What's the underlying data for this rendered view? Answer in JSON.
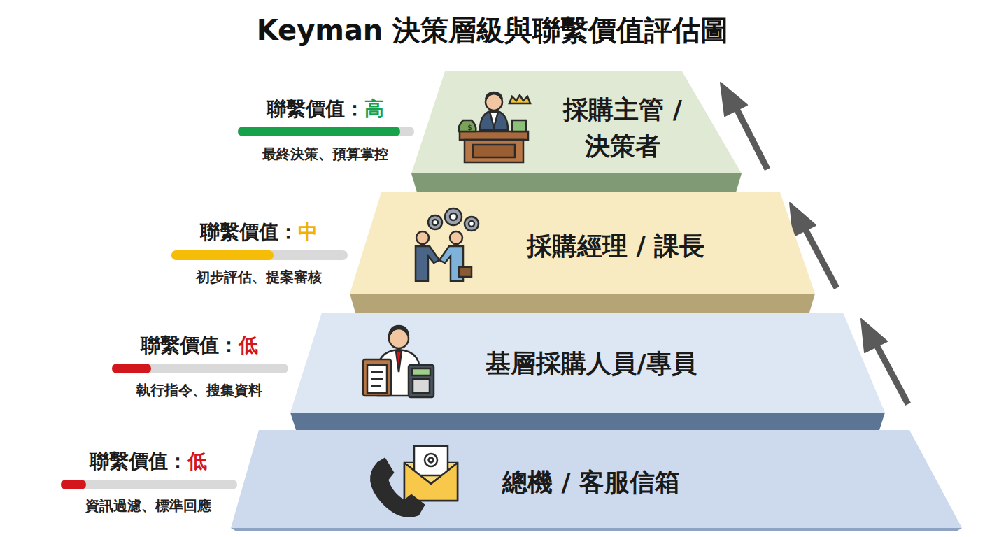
{
  "diagram": {
    "title": "Keyman 決策層級與聯繫價值評估圖",
    "nodes": [
      {
        "text": [
          "採購主管 / 決策者"
        ]
      },
      {
        "text": [
          "採購經理 / 課長"
        ]
      },
      {
        "text": [
          "基層採購人員/專員"
        ]
      },
      {
        "text": [
          "總機 / 客服信箱"
        ]
      }
    ],
    "labels": [
      "聯繫價值：",
      "高",
      "最終決策、預算掌控",
      "聯繫價值：",
      "中",
      "初步評估、提案審核",
      "聯繫價值：",
      "低",
      "執行指令、搜集資料",
      "聯繫價值：",
      "低",
      "資訊過濾、標準回應"
    ]
  }
}
